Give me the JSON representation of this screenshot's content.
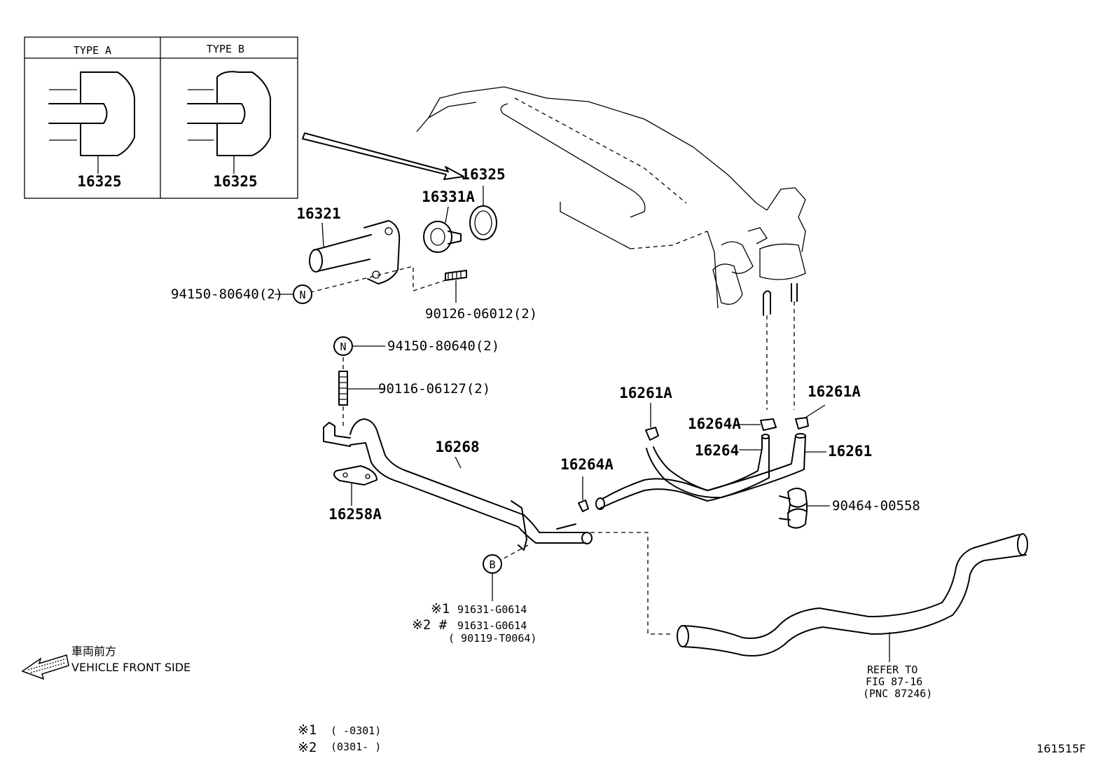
{
  "inset": {
    "type_a_label": "TYPE A",
    "type_b_label": "TYPE B",
    "type_a_part": "16325",
    "type_b_part": "16325"
  },
  "parts": {
    "p16325": "16325",
    "p16331A": "16331A",
    "p16321": "16321",
    "nut_upper": "94150-80640(2)",
    "stud_upper": "90126-06012(2)",
    "nut_lower": "94150-80640(2)",
    "stud_lower": "90116-06127(2)",
    "p16268": "16268",
    "p16258A": "16258A",
    "p16264A_left": "16264A",
    "p16261A_left": "16261A",
    "p16261A_right": "16261A",
    "p16264A_right": "16264A",
    "p16264": "16264",
    "p16261": "16261",
    "clamp": "90464-00558",
    "bolt_note1_mark": "※1",
    "bolt_note1": "91631-G0614",
    "bolt_note2_mark": "※2 #",
    "bolt_note2": "91631-G0614",
    "bolt_note2_alt": "( 90119-T0064)",
    "refer_line1": "REFER TO",
    "refer_line2": "FIG 87-16",
    "refer_line3": "(PNC 87246)"
  },
  "callouts": {
    "nut_symbol": "N",
    "bolt_symbol": "B"
  },
  "orientation": {
    "japanese": "車両前方",
    "english": "VEHICLE FRONT SIDE"
  },
  "footnotes": {
    "note1_mark": "※1",
    "note1_range": "(      -0301)",
    "note2_mark": "※2",
    "note2_range": "(0301-      )"
  },
  "figure_id": "161515F"
}
